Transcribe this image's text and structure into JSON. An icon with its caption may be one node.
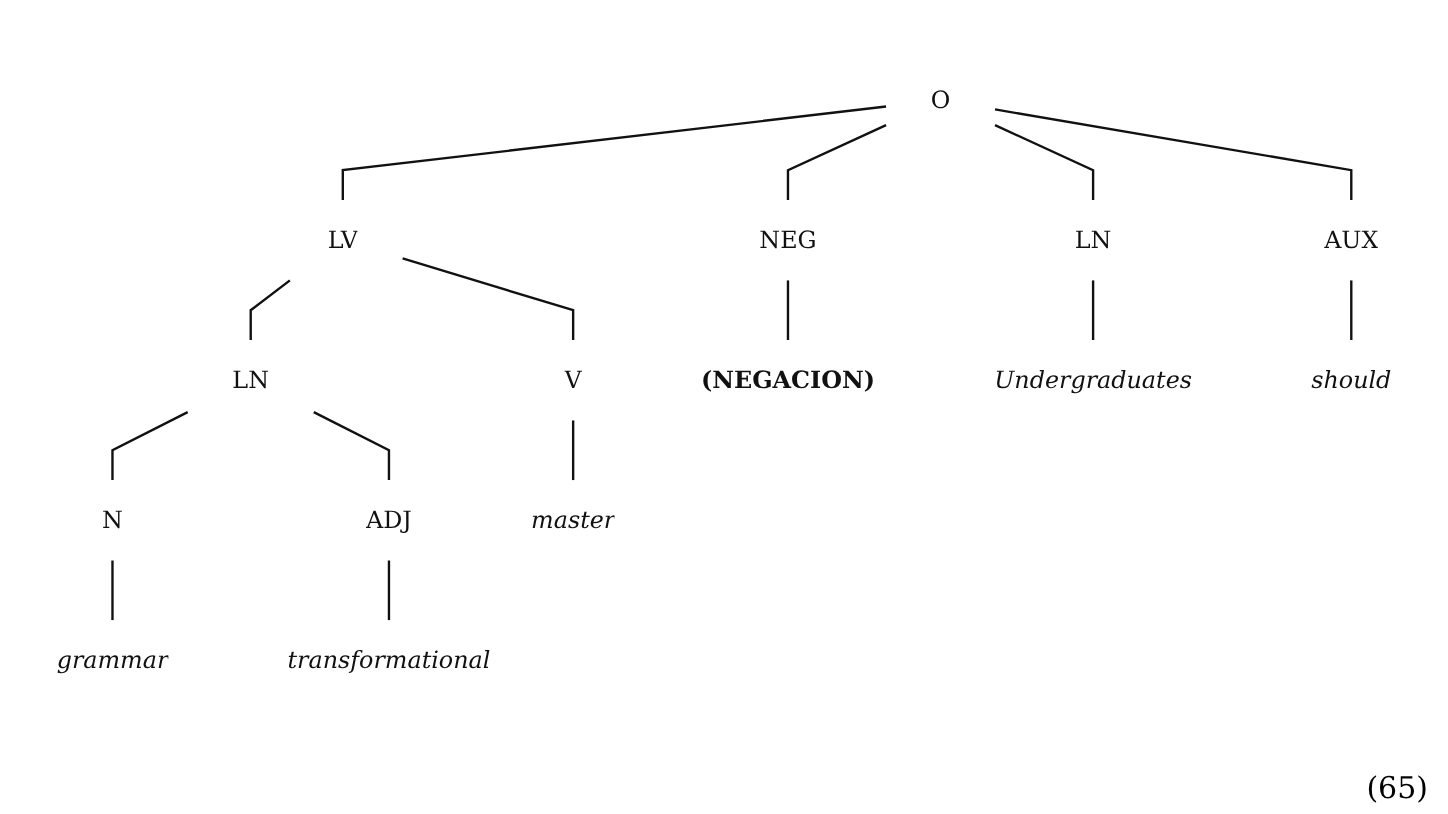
{
  "diagram": {
    "nodes": [
      {
        "text": [
          "O"
        ]
      },
      {
        "text": [
          "NEG"
        ]
      },
      {
        "text": [
          "LN"
        ]
      },
      {
        "text": [
          "AUX"
        ]
      },
      {
        "text": [
          "LV"
        ]
      },
      {
        "text": [
          "V"
        ]
      },
      {
        "text": [
          "LN"
        ]
      },
      {
        "text": [
          "ADJ"
        ]
      },
      {
        "text": [
          "N"
        ]
      },
      {
        "text": [
          "(NEGACION)"
        ]
      },
      {
        "text": [
          "Undergraduates"
        ]
      },
      {
        "text": [
          "should"
        ]
      },
      {
        "text": [
          "master"
        ]
      },
      {
        "text": [
          "transformational"
        ]
      },
      {
        "text": [
          "grammar"
        ]
      }
    ],
    "edges": [
      {
        "from": 0,
        "to": 1,
        "arrow": "none"
      },
      {
        "from": 0,
        "to": 2,
        "arrow": "none"
      },
      {
        "from": 0,
        "to": 3,
        "arrow": "none"
      },
      {
        "from": 0,
        "to": 4,
        "arrow": "none"
      },
      {
        "from": 4,
        "to": 5,
        "arrow": "none"
      },
      {
        "from": 4,
        "to": 6,
        "arrow": "none"
      },
      {
        "from": 6,
        "to": 7,
        "arrow": "none"
      },
      {
        "from": 6,
        "to": 8,
        "arrow": "none"
      },
      {
        "from": 1,
        "to": 9,
        "arrow": "none"
      },
      {
        "from": 2,
        "to": 10,
        "arrow": "none"
      },
      {
        "from": 3,
        "to": 11,
        "arrow": "none"
      },
      {
        "from": 5,
        "to": 12,
        "arrow": "none"
      },
      {
        "from": 7,
        "to": 13,
        "arrow": "none"
      },
      {
        "from": 8,
        "to": 14,
        "arrow": "none"
      }
    ],
    "labels": [
      "(65)"
    ]
  }
}
